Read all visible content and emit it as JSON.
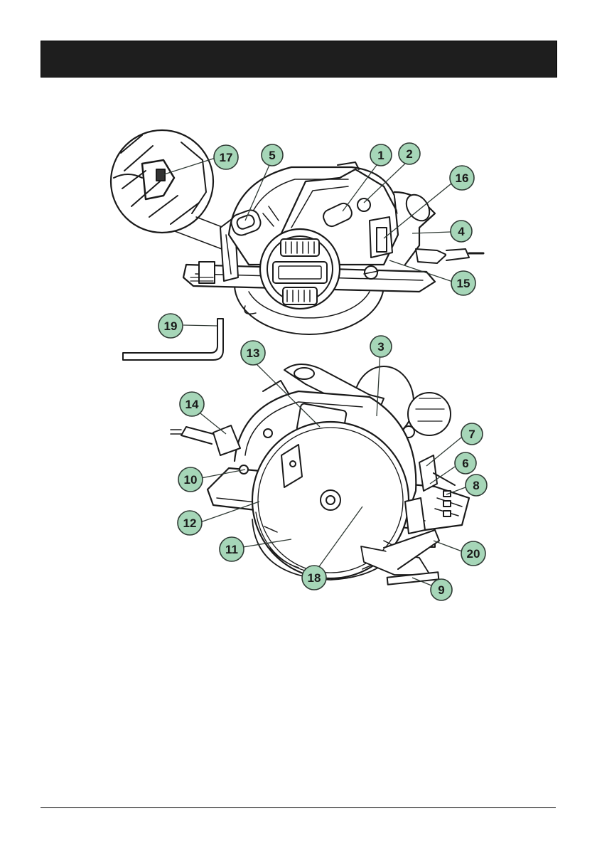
{
  "colors": {
    "header_bar": "#1e1e1e",
    "callout_fill": "#a6d6b8",
    "callout_stroke": "#2f3a34",
    "line_art": "#1a1a1a"
  },
  "callouts": {
    "c1": "1",
    "c2": "2",
    "c3": "3",
    "c4": "4",
    "c5": "5",
    "c6": "6",
    "c7": "7",
    "c8": "8",
    "c9": "9",
    "c10": "10",
    "c11": "11",
    "c12": "12",
    "c13": "13",
    "c14": "14",
    "c15": "15",
    "c16": "16",
    "c17": "17",
    "c18": "18",
    "c19": "19",
    "c20": "20"
  }
}
